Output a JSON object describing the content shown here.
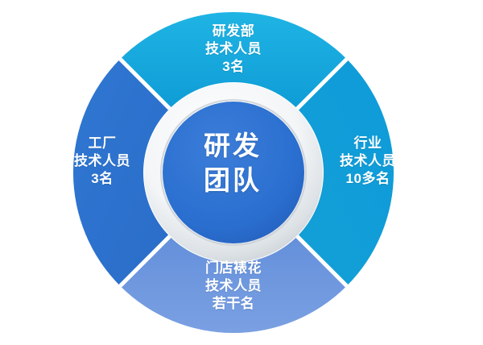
{
  "chart_data": {
    "type": "pie",
    "title": "研发团队",
    "center_label": {
      "lines": [
        "研发",
        "团队"
      ]
    },
    "categories": [
      "研发部技术人员",
      "行业技术人员",
      "门店裱花技术人员",
      "工厂技术人员"
    ],
    "values": [
      25,
      25,
      25,
      25
    ],
    "legend_position": "inside-segments",
    "grid": false,
    "segments": [
      {
        "id": "top",
        "position": "top",
        "color": "#17A8DD",
        "start_angle": -45,
        "end_angle": 45,
        "lines": [
          "研发部",
          "技术人员",
          "3名"
        ],
        "count_text": "3名",
        "count": 3
      },
      {
        "id": "right",
        "position": "right",
        "color": "#0E9BD8",
        "start_angle": 45,
        "end_angle": 135,
        "lines": [
          "行业",
          "技术人员",
          "10多名"
        ],
        "count_text": "10多名",
        "count": 10
      },
      {
        "id": "bottom",
        "position": "bottom",
        "color": "#6C96DD",
        "start_angle": 135,
        "end_angle": 225,
        "lines": [
          "门店裱花",
          "技术人员",
          "若干名"
        ],
        "count_text": "若干名",
        "count": null
      },
      {
        "id": "left",
        "position": "left",
        "color": "#2B72CE",
        "start_angle": 225,
        "end_angle": 315,
        "lines": [
          "工厂",
          "技术人员",
          "3名"
        ],
        "count_text": "3名",
        "count": 3
      }
    ]
  },
  "colors": {
    "background": "#FFFFFF",
    "hub_fill": "#2A6FD0",
    "hub_ring_outer": "#F2F4F6",
    "hub_ring_inner": "#D6DBDF",
    "segment_gap": "#FFFFFF",
    "text_on_color": "#FFFFFF"
  }
}
